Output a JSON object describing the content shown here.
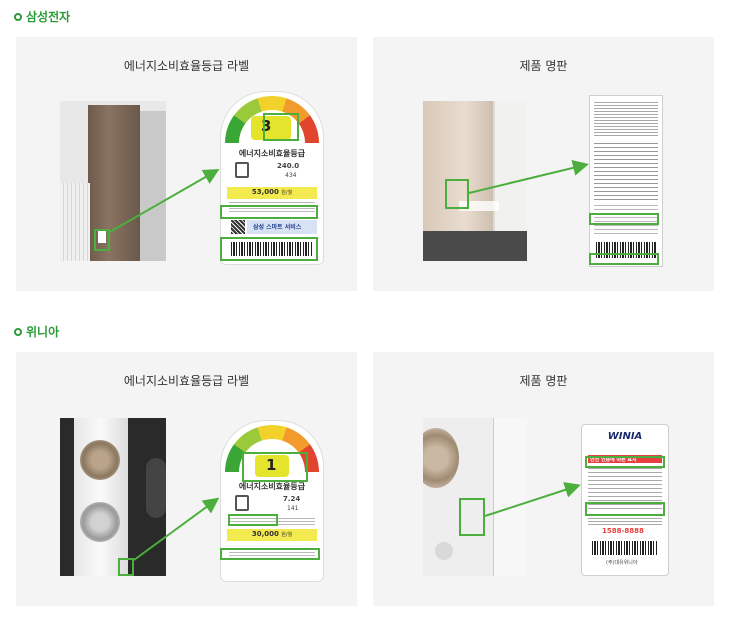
{
  "sections": [
    {
      "title": "삼성전자",
      "left_card": {
        "title": "에너지소비효율등급 라벨",
        "grade": "3",
        "label_heading": "에너지소비효율등급",
        "price": "53,000",
        "price_unit": "원/월",
        "service": "삼성 스마트 서비스",
        "row1": "240.0",
        "row2": "434"
      },
      "right_card": {
        "title": "제품 명판"
      }
    },
    {
      "title": "위니아",
      "left_card": {
        "title": "에너지소비효율등급 라벨",
        "grade": "1",
        "label_heading": "에너지소비효율등급",
        "price": "30,000",
        "price_unit": "원/월",
        "row1": "7.24",
        "row2": "141"
      },
      "right_card": {
        "title": "제품 명판",
        "brand": "WINIA",
        "plate_heading": "안전 인증에 따른 표시",
        "phone": "1588-8888",
        "company": "(주)대유위니아"
      }
    }
  ],
  "colors": {
    "accent": "#2e9a3a",
    "highlight": "#4caf3d",
    "card_bg": "#f4f4f4"
  }
}
